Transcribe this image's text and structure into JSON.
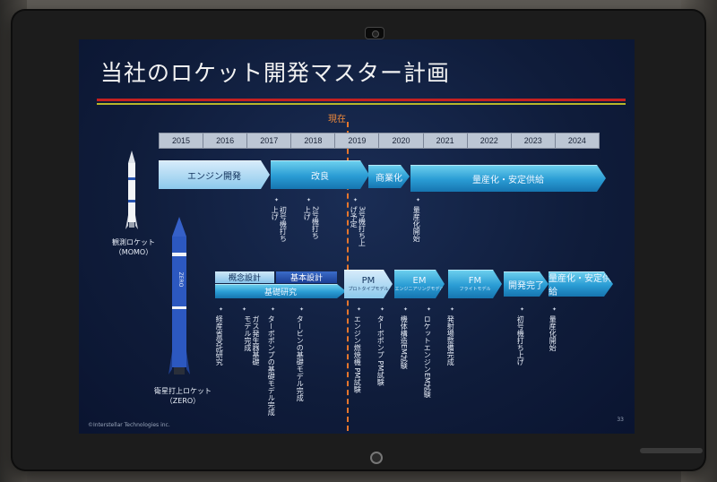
{
  "slide": {
    "title": "当社のロケット開発マスター計画",
    "now_label": "現在",
    "years": [
      "2015",
      "2016",
      "2017",
      "2018",
      "2019",
      "2020",
      "2021",
      "2022",
      "2023",
      "2024"
    ],
    "footer": "©Interstellar Technologies inc.",
    "page_number": "33"
  },
  "momo": {
    "caption_line1": "観測ロケット",
    "caption_line2": "（MOMO）",
    "phases": [
      "エンジン開発",
      "改良",
      "商業化",
      "量産化・安定供給"
    ],
    "milestones": [
      "初号機打ち上げ",
      "2号機打ち上げ",
      "3号機打ち上げ予定",
      "量産化開始"
    ]
  },
  "zero": {
    "caption_line1": "衛星打上ロケット",
    "caption_line2": "（ZERO）",
    "concept": "概念設計",
    "basic_design": "基本設計",
    "basic_research": "基礎研究",
    "pm": "PM",
    "pm_sub": "プロトタイプモデル",
    "em": "EM",
    "em_sub": "エンジニアリングモデル",
    "fm": "FM",
    "fm_sub": "フライトモデル",
    "dev_done": "開発完了",
    "mass": "量産化・安定供給",
    "milestones": [
      "経産省受託研究",
      "ガス発生器基礎モデル完成",
      "ターボポンプの基礎モデル完成",
      "タービンの基礎モデル完成",
      "エンジン燃焼機 PM試験",
      "ターボポンプ PM試験",
      "機体構造EM試験",
      "ロケットエンジンEM試験",
      "発射場整備完成",
      "初号機打ち上げ",
      "量産化開始"
    ]
  }
}
